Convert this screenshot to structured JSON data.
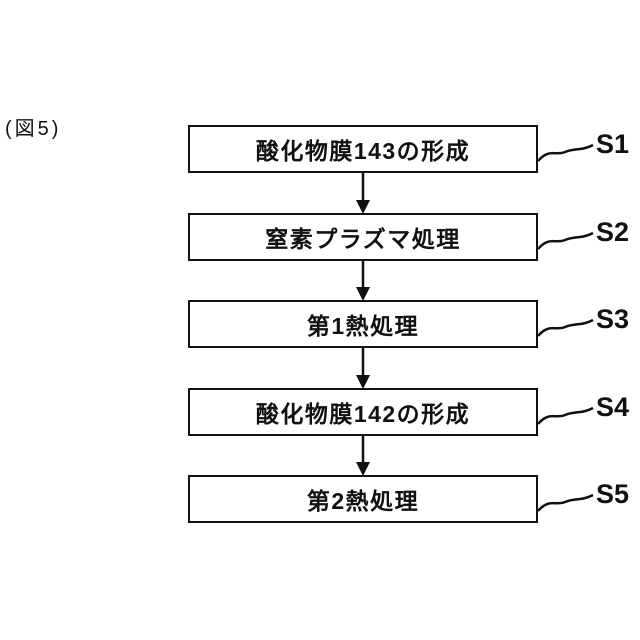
{
  "figure_label": "(図5)",
  "flowchart": {
    "steps": [
      {
        "label": "酸化物膜143の形成",
        "step_id": "S1"
      },
      {
        "label": "窒素プラズマ処理",
        "step_id": "S2"
      },
      {
        "label": "第1熱処理",
        "step_id": "S3"
      },
      {
        "label": "酸化物膜142の形成",
        "step_id": "S4"
      },
      {
        "label": "第2熱処理",
        "step_id": "S5"
      }
    ]
  },
  "colors": {
    "line": "#111111",
    "background": "#ffffff",
    "box_fill": "#ffffff"
  }
}
